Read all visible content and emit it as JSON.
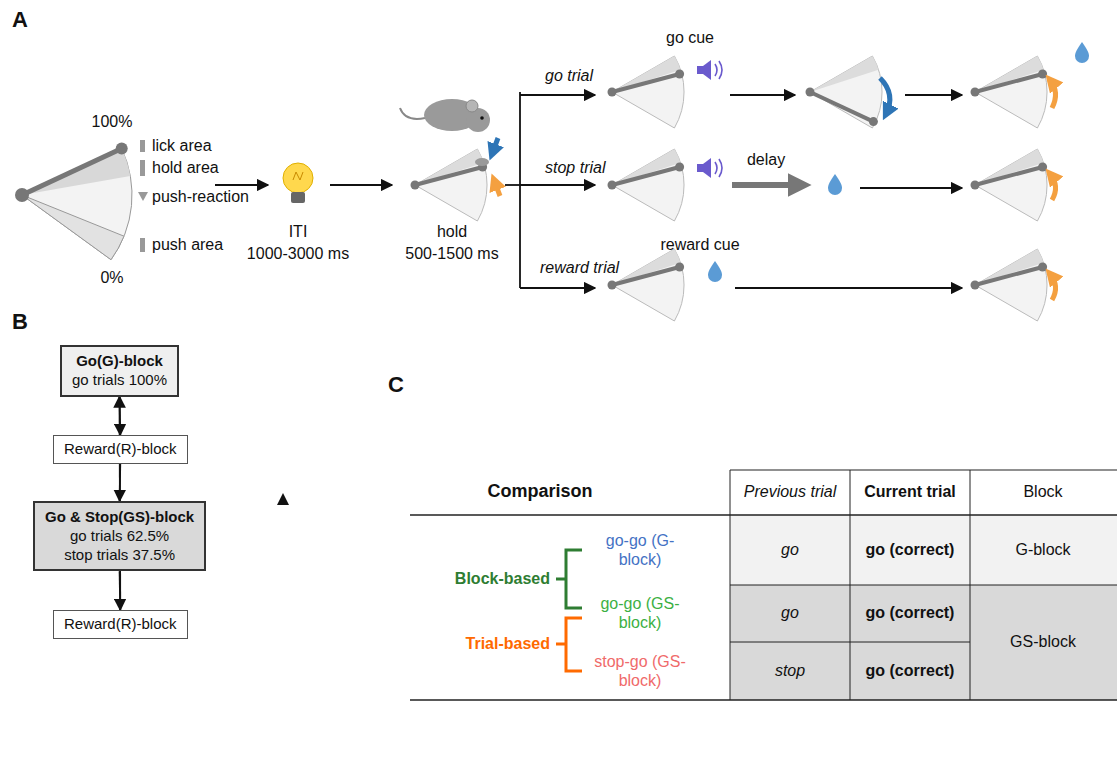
{
  "diagram": {
    "nodes": [
      {
        "text": [
          "Go(G)-block",
          "go trials 100%"
        ]
      },
      {
        "text": [
          "Reward(R)-block"
        ]
      },
      {
        "text": [
          "Go & Stop(GS)-block",
          "go trials 62.5% stop trials 37.5%"
        ]
      },
      {
        "text": [
          "Reward(R)-block"
        ]
      }
    ],
    "edges": [
      {
        "from": 0,
        "to": 1,
        "arrow": "to"
      },
      {
        "from": 1,
        "to": 2,
        "arrow": "to"
      },
      {
        "from": 2,
        "to": 3,
        "arrow": "to"
      },
      {
        "from": 3,
        "to": 0,
        "arrow": "to"
      }
    ],
    "labels": [
      "A",
      "100%",
      "lick area",
      "hold area",
      "push-reaction",
      "push area",
      "0%",
      "ITI",
      "1000-3000 ms",
      "hold",
      "500-1500 ms",
      "go trial",
      "go cue",
      "stop trial",
      "delay",
      "reward trial",
      "reward cue",
      "B",
      "C",
      "Comparison",
      "Previous trial",
      "Current trial",
      "Block",
      "Block-based",
      "go-go (G-block)",
      "go-go (GS-block)",
      "Trial-based",
      "stop-go (GS-block)",
      "go",
      "go (correct)",
      "G-block",
      "go",
      "go (correct)",
      "GS-block",
      "stop",
      "go (correct)"
    ]
  }
}
